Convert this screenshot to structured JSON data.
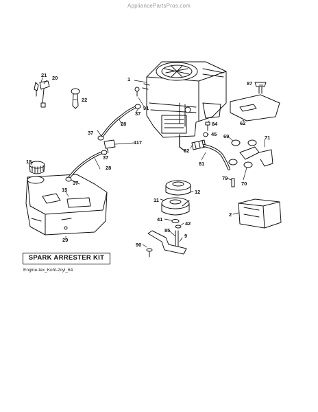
{
  "watermark": "AppliancePartsPros.com",
  "kit_label": "SPARK ARRESTER KIT",
  "caption": "Engine-tex_Kohl-2cyl_64",
  "callouts": {
    "c1": "1",
    "c2": "2",
    "c9": "9",
    "c11": "11",
    "c12": "12",
    "c15": "15",
    "c18": "18",
    "c20": "20",
    "c21": "21",
    "c22": "22",
    "c28a": "28",
    "c28b": "28",
    "c29": "29",
    "c37a": "37",
    "c37b": "37",
    "c37c": "37",
    "c37d": "37",
    "c41": "41",
    "c42": "42",
    "c45": "45",
    "c62": "62",
    "c69": "69",
    "c70": "70",
    "c71": "71",
    "c79": "79",
    "c81": "81",
    "c82": "82",
    "c84": "84",
    "c85": "85",
    "c87": "87",
    "c90": "90",
    "c91": "91",
    "c117": "117"
  }
}
